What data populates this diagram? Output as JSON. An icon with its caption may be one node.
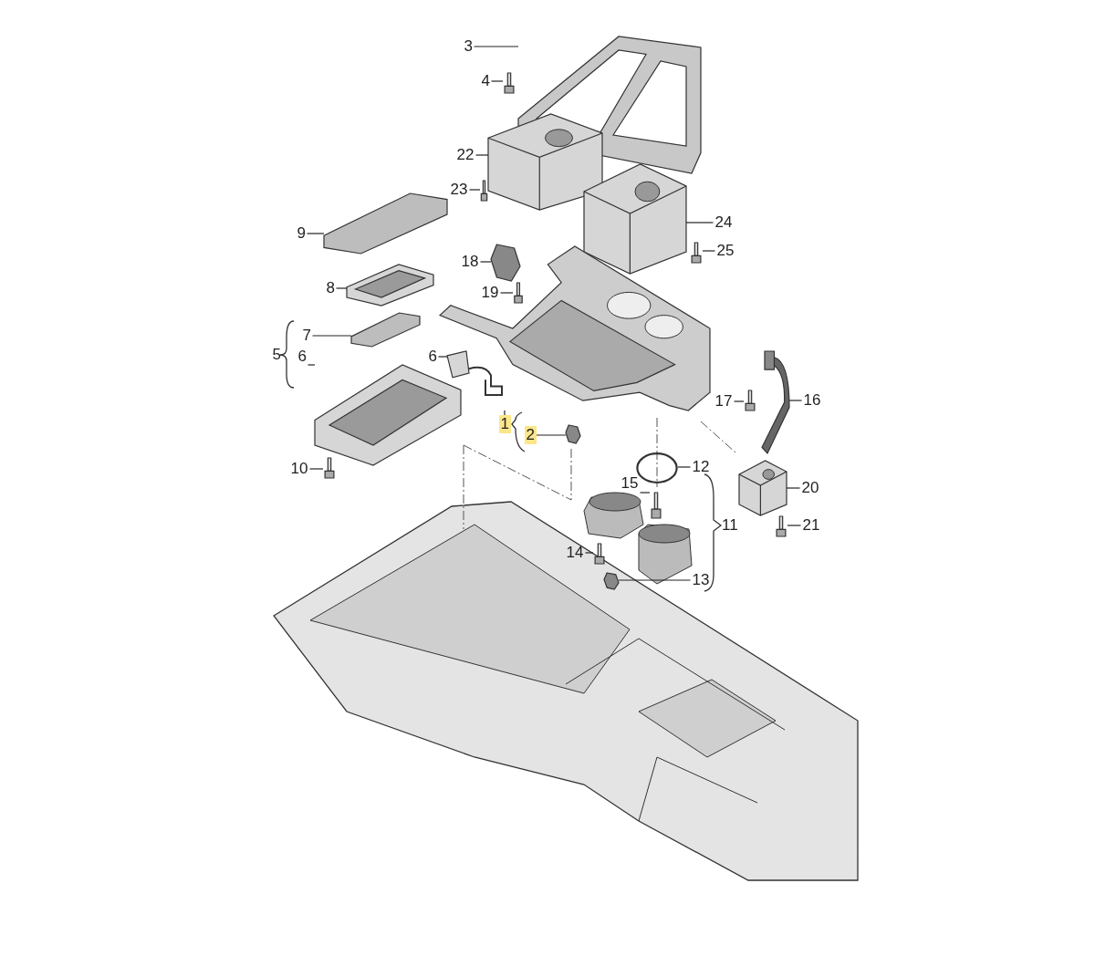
{
  "diagram": {
    "nodes": [
      {
        "text": [
          "3"
        ]
      },
      {
        "text": [],
        "shape": "picture"
      },
      {
        "text": [
          "4"
        ]
      },
      {
        "text": [],
        "shape": "picture"
      },
      {
        "text": [
          "22"
        ]
      },
      {
        "text": [],
        "shape": "picture"
      },
      {
        "text": [
          "23"
        ]
      },
      {
        "text": [],
        "shape": "picture"
      },
      {
        "text": [
          "9"
        ]
      },
      {
        "text": [],
        "shape": "picture"
      },
      {
        "text": [
          "24"
        ]
      },
      {
        "text": [],
        "shape": "picture"
      },
      {
        "text": [
          "25"
        ]
      },
      {
        "text": [],
        "shape": "picture"
      },
      {
        "text": [
          "18"
        ]
      },
      {
        "text": [],
        "shape": "picture"
      },
      {
        "text": [
          "19"
        ]
      },
      {
        "text": [],
        "shape": "picture"
      },
      {
        "text": [
          "8"
        ]
      },
      {
        "text": [],
        "shape": "picture"
      },
      {
        "text": [
          "7"
        ]
      },
      {
        "text": [],
        "shape": "picture"
      },
      {
        "text": [
          "6"
        ]
      },
      {
        "text": [],
        "shape": "picture"
      },
      {
        "text": [
          "6"
        ]
      },
      {
        "text": [],
        "shape": "picture"
      },
      {
        "text": [
          "10"
        ]
      },
      {
        "text": [],
        "shape": "picture"
      },
      {
        "text": [
          "2"
        ]
      },
      {
        "text": [],
        "shape": "picture"
      },
      {
        "text": [
          "17"
        ]
      },
      {
        "text": [],
        "shape": "picture"
      },
      {
        "text": [
          "16"
        ]
      },
      {
        "text": [],
        "shape": "picture"
      },
      {
        "text": [
          "12"
        ]
      },
      {
        "text": [],
        "shape": "circle"
      },
      {
        "text": [
          "15"
        ]
      },
      {
        "text": [],
        "shape": "picture"
      },
      {
        "text": [
          "20"
        ]
      },
      {
        "text": [],
        "shape": "picture"
      },
      {
        "text": [
          "21"
        ]
      },
      {
        "text": [],
        "shape": "picture"
      },
      {
        "text": [
          "14"
        ]
      },
      {
        "text": [],
        "shape": "picture"
      },
      {
        "text": [
          "13"
        ]
      },
      {
        "text": [],
        "shape": "picture"
      },
      {
        "text": [
          "1"
        ]
      },
      {
        "text": [],
        "shape": "picture"
      }
    ],
    "edges": [
      {
        "from": 0,
        "to": 1,
        "arrow": "none"
      },
      {
        "from": 2,
        "to": 3,
        "arrow": "none"
      },
      {
        "from": 4,
        "to": 5,
        "arrow": "none"
      },
      {
        "from": 6,
        "to": 7,
        "arrow": "none"
      },
      {
        "from": 8,
        "to": 9,
        "arrow": "none"
      },
      {
        "from": 10,
        "to": 11,
        "arrow": "none"
      },
      {
        "from": 12,
        "to": 13,
        "arrow": "none"
      },
      {
        "from": 14,
        "to": 15,
        "arrow": "none"
      },
      {
        "from": 16,
        "to": 17,
        "arrow": "none"
      },
      {
        "from": 18,
        "to": 19,
        "arrow": "none"
      },
      {
        "from": 20,
        "to": 21,
        "arrow": "none"
      },
      {
        "from": 22,
        "to": 23,
        "arrow": "none"
      },
      {
        "from": 24,
        "to": 25,
        "arrow": "none"
      },
      {
        "from": 26,
        "to": 27,
        "arrow": "none"
      },
      {
        "from": 28,
        "to": 29,
        "arrow": "none"
      },
      {
        "from": 30,
        "to": 31,
        "arrow": "none"
      },
      {
        "from": 32,
        "to": 33,
        "arrow": "none"
      },
      {
        "from": 34,
        "to": 35,
        "arrow": "none"
      },
      {
        "from": 36,
        "to": 37,
        "arrow": "none"
      },
      {
        "from": 38,
        "to": 39,
        "arrow": "none"
      },
      {
        "from": 40,
        "to": 41,
        "arrow": "none"
      },
      {
        "from": 42,
        "to": 43,
        "arrow": "none"
      },
      {
        "from": 44,
        "to": 45,
        "arrow": "none"
      },
      {
        "from": 46,
        "to": 47,
        "arrow": "none"
      }
    ],
    "labels": [
      "5",
      "11"
    ]
  }
}
